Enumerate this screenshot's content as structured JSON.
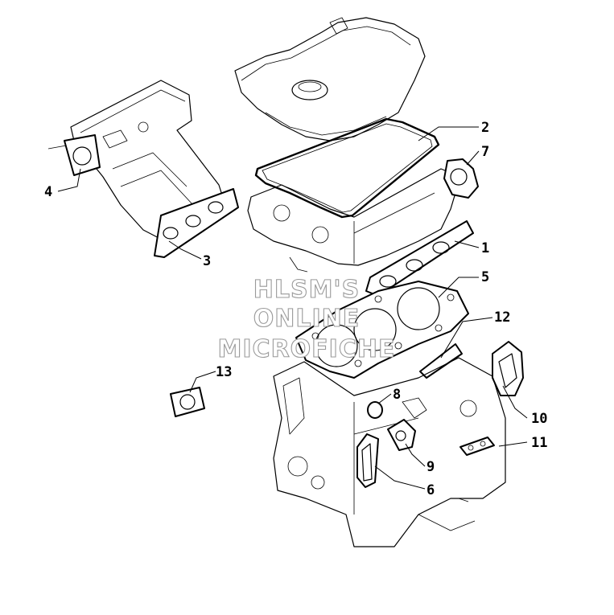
{
  "watermark": {
    "line1": "HLSM'S",
    "line2": "ONLINE",
    "line3": "MICROFICHE"
  },
  "callouts": {
    "c1": "1",
    "c2": "2",
    "c3": "3",
    "c4": "4",
    "c5": "5",
    "c6": "6",
    "c7": "7",
    "c8": "8",
    "c9": "9",
    "c10": "10",
    "c11": "11",
    "c12": "12",
    "c13": "13"
  }
}
